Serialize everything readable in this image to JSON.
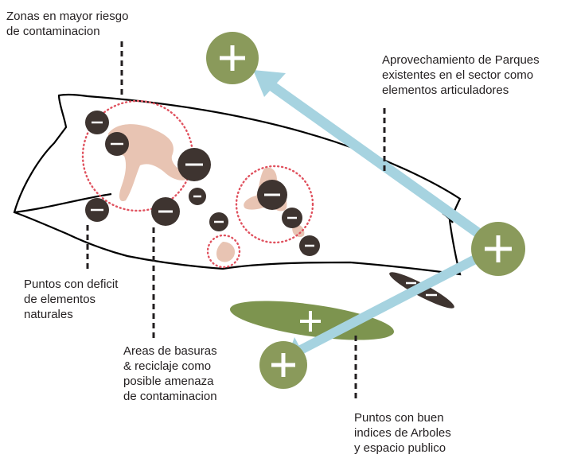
{
  "labels": {
    "zonas_riesgo": [
      "Zonas en mayor riesgo",
      "de contaminacion"
    ],
    "parques": [
      "Aprovechamiento de Parques",
      "existentes en el sector como",
      "elementos articuladores"
    ],
    "deficit": [
      "Puntos con deficit",
      "de elementos",
      "naturales"
    ],
    "basuras": [
      "Areas de basuras",
      "& reciclaje como",
      "posible amenaza",
      "de contaminacion"
    ],
    "arboles": [
      "Puntos con buen",
      "indices de Arboles",
      "y espacio publico"
    ]
  },
  "colors": {
    "outline": "#000000",
    "minus_fill": "#3e3430",
    "plus_fill": "#8a9a5b",
    "green_zone": "#7d944f",
    "waste_area": "#e8c4b3",
    "risk_circle": "#e0525f",
    "arrow": "#a6d3e0",
    "leader": "#231f20",
    "text": "#231f20"
  },
  "icons": {
    "negative": "minus-icon",
    "positive": "plus-icon"
  }
}
